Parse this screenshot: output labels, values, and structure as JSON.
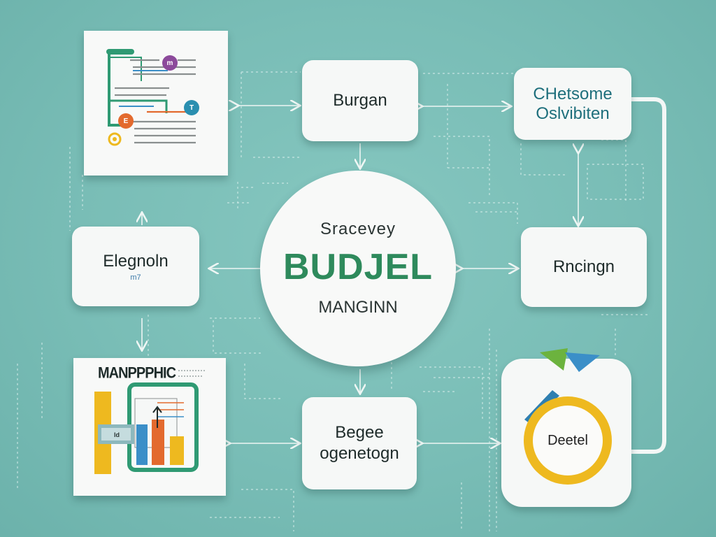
{
  "hub": {
    "kicker": "Sracevey",
    "title": "BUDJEL",
    "subtitle": "MANGINN"
  },
  "nodes": {
    "top": "Burgan",
    "top_right_line1": "CHetsome",
    "top_right_line2": "Oslvibiten",
    "left": "Elegnoln",
    "left_sub": "m7",
    "right": "Rncingn",
    "bottom_line1": "Begee",
    "bottom_line2": "ogenetogn",
    "bottom_right": "Deetel"
  },
  "doc_panel": {
    "marker_a": "m",
    "marker_b": "T",
    "marker_c": "E"
  },
  "bar_panel": {
    "title": "MANPPPHIC",
    "tag": "ld"
  },
  "colors": {
    "background": "#78bdb6",
    "accent_green": "#2e8a5c",
    "accent_teal": "#1e6f7c",
    "yellow": "#eeb91f",
    "orange": "#e36a2e",
    "blue": "#3b8fc8",
    "purple": "#8c4a9b"
  }
}
